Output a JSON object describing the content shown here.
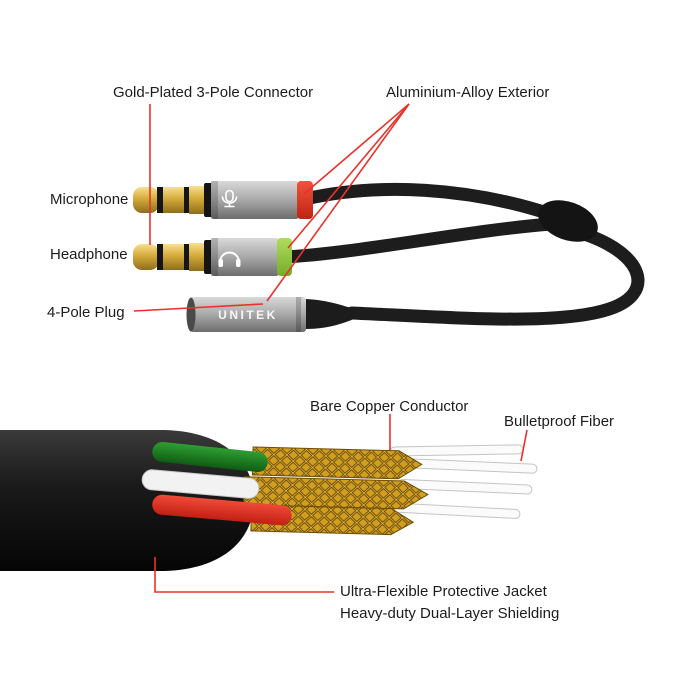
{
  "title": "Audio splitter cable feature diagram",
  "colors": {
    "annotation_red": "#e8332a",
    "gold": "#d4ab3a",
    "aluminium_gray": "#a8a8a8",
    "mic_ring_red": "#e6311f",
    "headphone_ring_green": "#8dc63f",
    "cable_black": "#1d1d1d",
    "copper_gold": "#d29e1e",
    "wire_green": "#1d7a1d",
    "wire_red": "#e8332a",
    "wire_white": "#f2f2f2",
    "fiber_white": "#fbfbfb"
  },
  "top_diagram": {
    "labels": {
      "connector": "Gold-Plated 3-Pole Connector",
      "exterior": "Aluminium-Alloy Exterior",
      "microphone": "Microphone",
      "headphone": "Headphone",
      "plug": "4-Pole Plug"
    },
    "brand": "UNITEK"
  },
  "bottom_diagram": {
    "labels": {
      "conductor": "Bare Copper Conductor",
      "fiber": "Bulletproof Fiber",
      "jacket_line1": "Ultra-Flexible Protective Jacket",
      "jacket_line2": "Heavy-duty Dual-Layer Shielding"
    }
  }
}
